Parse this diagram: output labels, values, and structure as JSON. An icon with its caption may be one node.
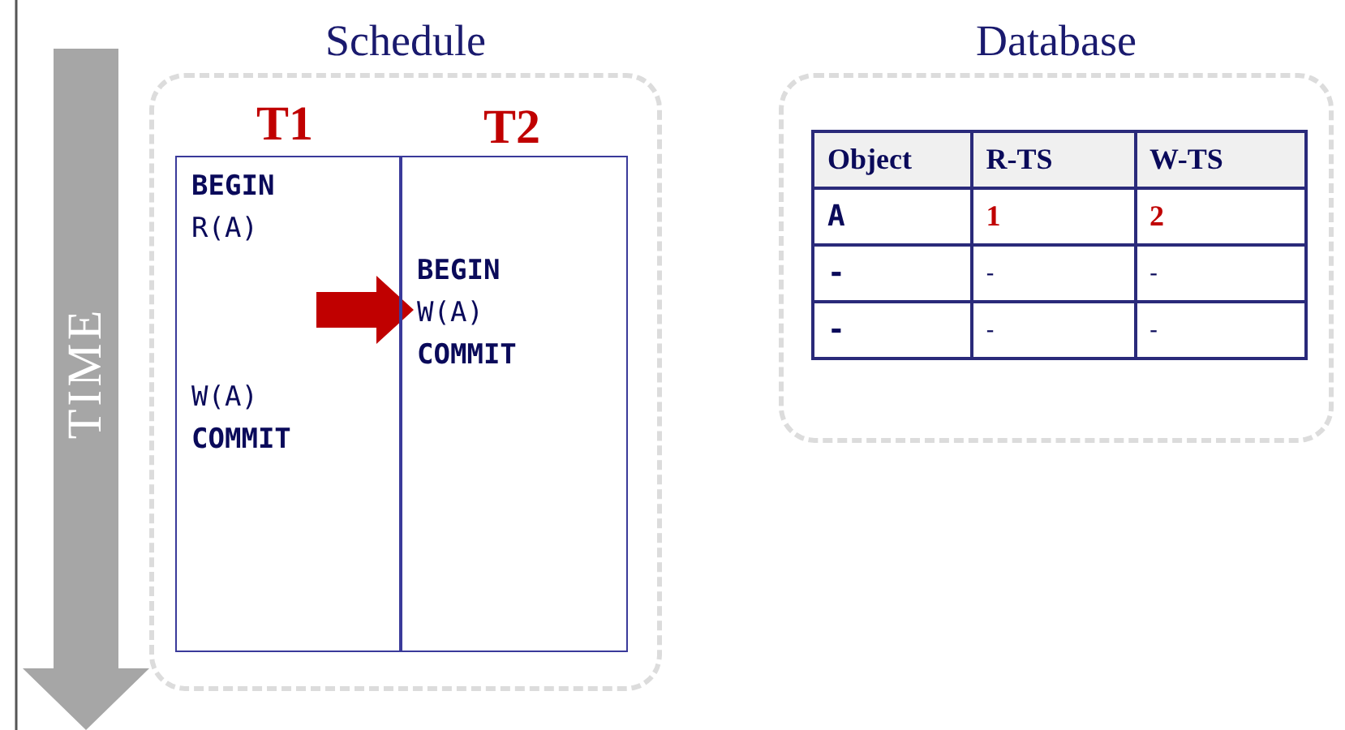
{
  "diagram": {
    "nodes": [
      {
        "text": [
          "TIME"
        ]
      },
      {
        "text": [
          "Schedule"
        ]
      },
      {
        "text": [
          "Database"
        ]
      }
    ],
    "labels": [
      "T1",
      "T2",
      "BEGIN",
      "R(A)",
      "BEGIN",
      "W(A)",
      "COMMIT",
      "W(A)",
      "COMMIT",
      "Object",
      "R-TS",
      "W-TS",
      "A",
      "1",
      "2",
      "-",
      "-",
      "-",
      "-",
      "-",
      "-"
    ]
  }
}
